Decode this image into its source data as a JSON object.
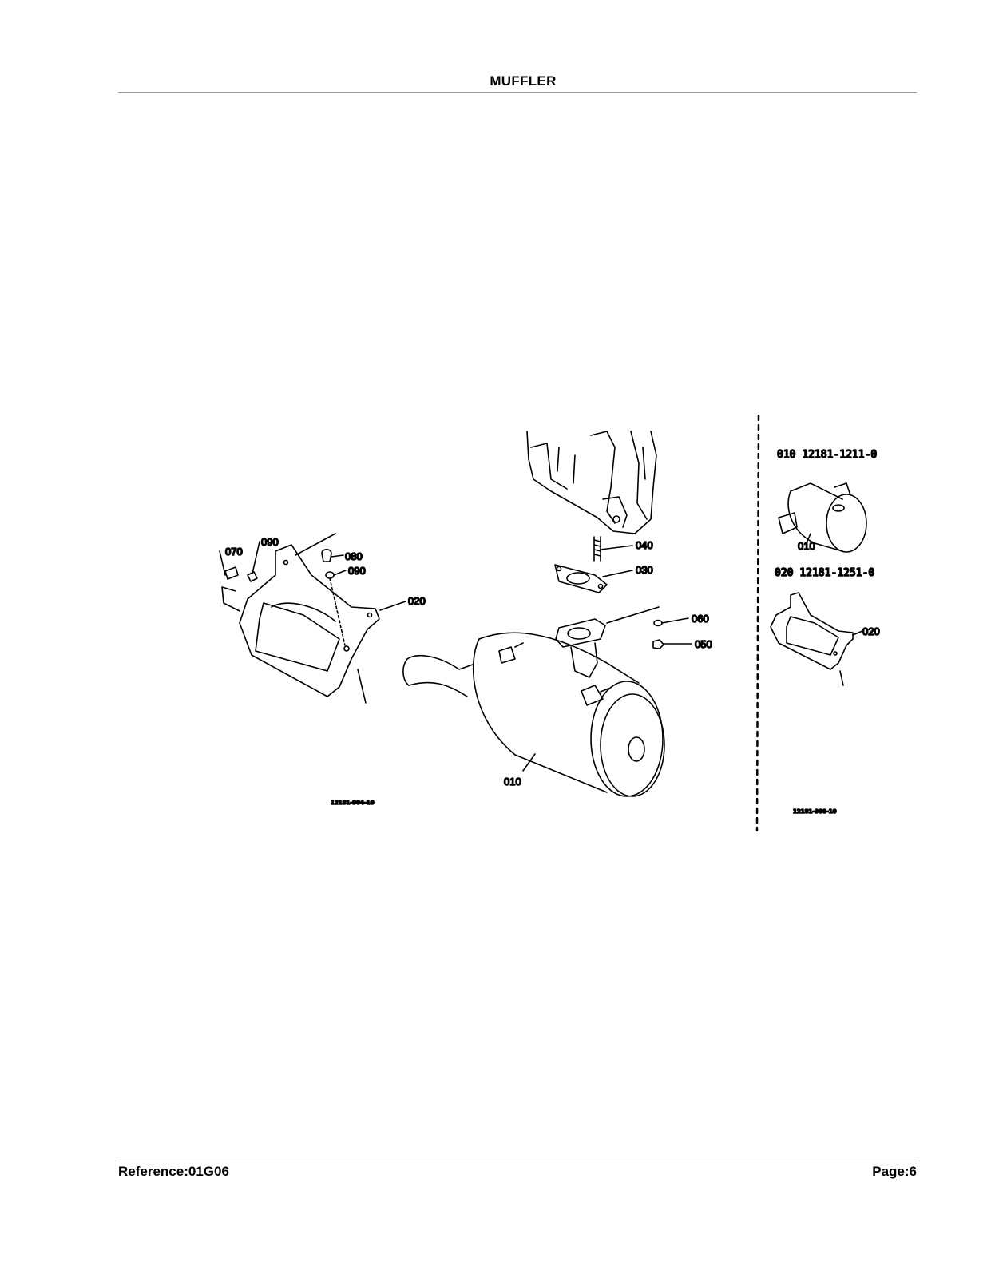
{
  "header": {
    "title": "MUFFLER"
  },
  "footer": {
    "reference": "Reference:01G06",
    "page": "Page:6"
  },
  "diagram": {
    "main_labels": {
      "p070": "070",
      "p090a": "090",
      "p080": "080",
      "p090b": "090",
      "p020": "020",
      "p040": "040",
      "p030": "030",
      "p060": "060",
      "p050": "050",
      "p010": "010"
    },
    "main_figure_code": "12181-904-10",
    "inset": {
      "p010_header": "010 12181-1211-0",
      "p010_label": "010",
      "p020_header": "020 12181-1251-0",
      "p020_label": "020",
      "figure_code": "12181-900-10"
    }
  }
}
